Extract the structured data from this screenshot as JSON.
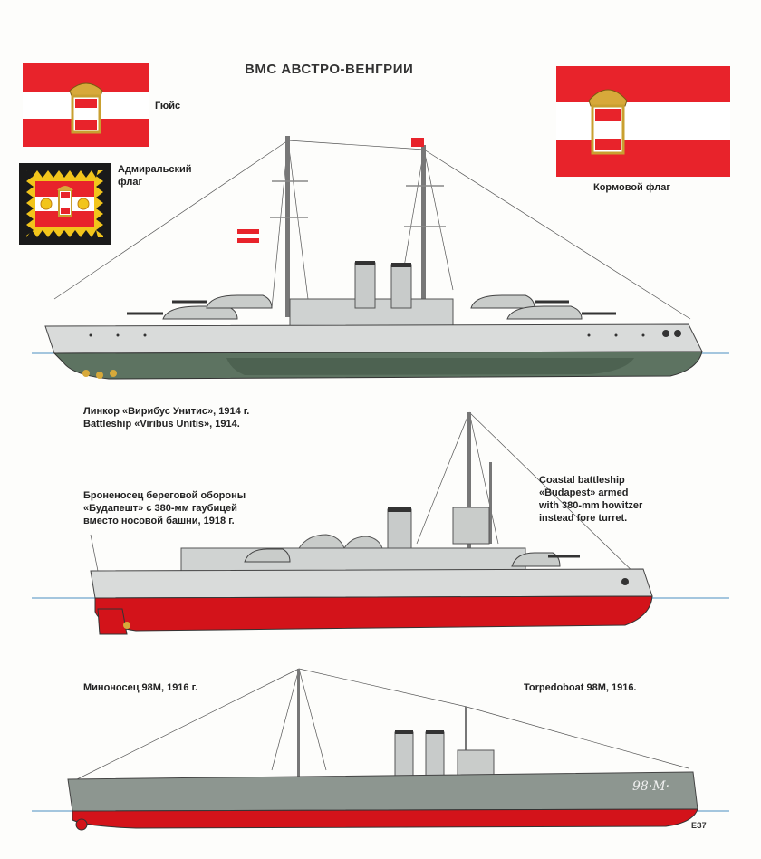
{
  "header": {
    "title": "ВМС АВСТРО-ВЕНГРИИ"
  },
  "flags": {
    "jack": {
      "label": "Гюйс"
    },
    "admiral": {
      "label": "Адмиральский\nфлаг"
    },
    "ensign": {
      "label": "Кормовой флаг"
    }
  },
  "ships": {
    "viribus": {
      "caption_ru": "Линкор «Вирибус Унитис», 1914 г.",
      "caption_en": "Battleship «Viribus Unitis», 1914."
    },
    "budapest": {
      "caption_ru": "Броненосец береговой обороны\n«Будапешт» с 380-мм гаубицей\nвместо носовой башни, 1918 г.",
      "caption_en": "Coastal battleship\n«Budapest» armed\nwith 380-mm howitzer\ninstead fore turret."
    },
    "torpedoboat": {
      "caption_ru": "Миноносец 98М, 1916 г.",
      "caption_en": "Torpedoboat 98M, 1916.",
      "hull_number": "98·M·"
    }
  },
  "signature": "ЕЗ7",
  "colors": {
    "red": "#e8232b",
    "hull_green": "#5d7361",
    "hull_red": "#d3131a",
    "hull_grey": "#c9ccca",
    "waterline": "#4a8fc2"
  }
}
